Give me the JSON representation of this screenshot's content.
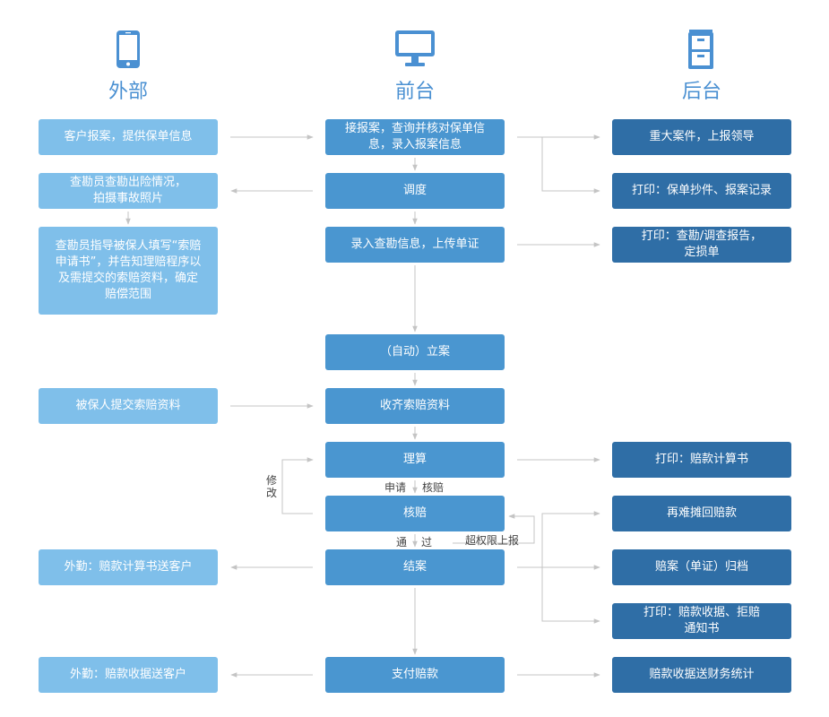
{
  "columns": {
    "external": {
      "title": "外部",
      "icon": "mobile-phone-icon"
    },
    "frontdesk": {
      "title": "前台",
      "icon": "desktop-monitor-icon"
    },
    "backoffice": {
      "title": "后台",
      "icon": "filing-cabinet-icon"
    }
  },
  "external_nodes": {
    "report": "客户报案，提供保单信息",
    "survey": "查勘员查勘出险情况，拍摄事故照片",
    "guide": "查勘员指导被保人填写“索赔申请书”，并告知理赔程序以及需提交的索赔资料，确定赔偿范围",
    "submit": "被保人提交索赔资料",
    "send_calc": "外勤：赔款计算书送客户",
    "send_receipt": "外勤：赔款收据送客户"
  },
  "front_nodes": {
    "accept": "接报案，查询并核对保单信息，录入报案信息",
    "dispatch": "调度",
    "entry": "录入查勘信息，上传单证",
    "register": "（自动）立案",
    "collect": "收齐索赔资料",
    "adjust": "理算",
    "verify": "核赔",
    "close": "结案",
    "pay": "支付赔款"
  },
  "back_nodes": {
    "major": "重大案件，上报领导",
    "print_policy": "打印：保单抄件、报案记录",
    "print_survey": "打印：查勘/调查报告，定损单",
    "print_calc": "打印：赔款计算书",
    "recovery": "再难摊回赔款",
    "archive": "赔案（单证）归档",
    "print_receipt": "打印：赔款收据、拒赔通知书",
    "finance": "赔款收据送财务统计"
  },
  "edge_labels": {
    "modify": "修改",
    "apply": "申请",
    "verify_claim": "核赔",
    "pass": "通过",
    "escalate": "超权限上报"
  },
  "colors": {
    "external": "#7fbfea",
    "frontdesk": "#4a96d0",
    "backoffice": "#2f6ea6",
    "connector": "#c4c4c4",
    "title": "#4a90d2"
  }
}
